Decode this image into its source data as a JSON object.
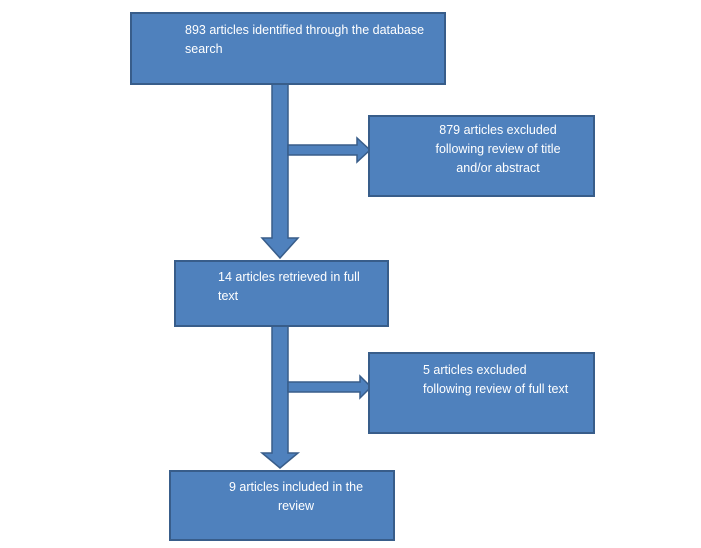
{
  "colors": {
    "fill": "#4f81bd",
    "border": "#385d8a",
    "text": "#ffffff"
  },
  "boxes": {
    "identified": "893 articles identified through the database search",
    "excluded_title": "879 articles excluded following review of title and/or abstract",
    "retrieved": "14 articles retrieved in full text",
    "excluded_fulltext": "5 articles excluded following review of full text",
    "included": "9 articles included in the review"
  }
}
